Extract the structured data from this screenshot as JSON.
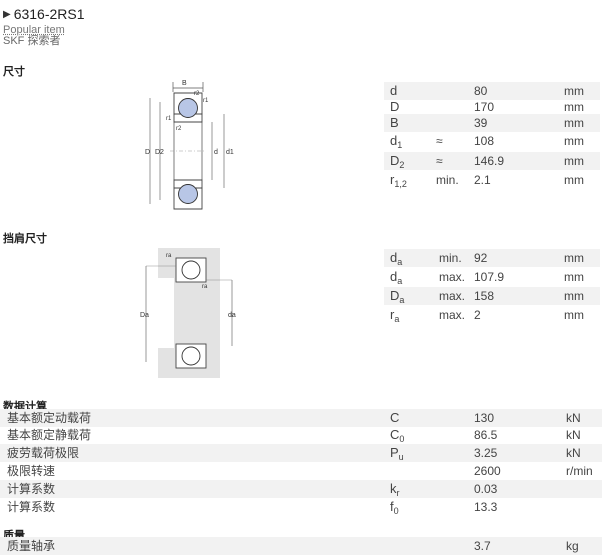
{
  "header": {
    "title": "6316-2RS1",
    "popular": "Popular item",
    "subtitle": "SKF 探索者"
  },
  "sections": {
    "dimensions": "尺寸",
    "abutment": "挡肩尺寸",
    "calculation": "数据计算",
    "mass": "质量"
  },
  "dimensions": [
    {
      "sym": "d",
      "sub": "",
      "qual": "",
      "value": "80",
      "unit": "mm"
    },
    {
      "sym": "D",
      "sub": "",
      "qual": "",
      "value": "170",
      "unit": "mm"
    },
    {
      "sym": "B",
      "sub": "",
      "qual": "",
      "value": "39",
      "unit": "mm"
    },
    {
      "sym": "d",
      "sub": "1",
      "qual": "≈",
      "value": "108",
      "unit": "mm"
    },
    {
      "sym": "D",
      "sub": "2",
      "qual": "≈",
      "value": "146.9",
      "unit": "mm"
    },
    {
      "sym": "r",
      "sub": "1,2",
      "qual": "min.",
      "value": "2.1",
      "unit": "mm"
    }
  ],
  "abutment": [
    {
      "sym": "d",
      "sub": "a",
      "qual": "min.",
      "value": "92",
      "unit": "mm"
    },
    {
      "sym": "d",
      "sub": "a",
      "qual": "max.",
      "value": "107.9",
      "unit": "mm"
    },
    {
      "sym": "D",
      "sub": "a",
      "qual": "max.",
      "value": "158",
      "unit": "mm"
    },
    {
      "sym": "r",
      "sub": "a",
      "qual": "max.",
      "value": "2",
      "unit": "mm"
    }
  ],
  "calculation": [
    {
      "label": "基本额定动载荷",
      "sym": "C",
      "sub": "",
      "value": "130",
      "unit": "kN"
    },
    {
      "label": "基本额定静载荷",
      "sym": "C",
      "sub": "0",
      "value": "86.5",
      "unit": "kN"
    },
    {
      "label": "疲劳载荷极限",
      "sym": "P",
      "sub": "u",
      "value": "3.25",
      "unit": "kN"
    },
    {
      "label": "极限转速",
      "sym": "",
      "sub": "",
      "value": "2600",
      "unit": "r/min"
    },
    {
      "label": "计算系数",
      "sym": "k",
      "sub": "r",
      "value": "0.03",
      "unit": ""
    },
    {
      "label": "计算系数",
      "sym": "f",
      "sub": "0",
      "value": "13.3",
      "unit": ""
    }
  ],
  "mass": [
    {
      "label": "质量轴承",
      "value": "3.7",
      "unit": "kg"
    }
  ],
  "drawing1_labels": {
    "B": "B",
    "r2a": "r2",
    "r1a": "r1",
    "r1b": "r1",
    "r2b": "r2",
    "D": "D",
    "D2": "D2",
    "d": "d",
    "d1": "d1"
  },
  "drawing2_labels": {
    "ra1": "ra",
    "ra2": "ra",
    "Da": "Da",
    "da": "da"
  },
  "colors": {
    "ball": "#b8c6e6",
    "shaded_row": "#f2f2f2",
    "abutment_bg": "#e3e3e3"
  }
}
